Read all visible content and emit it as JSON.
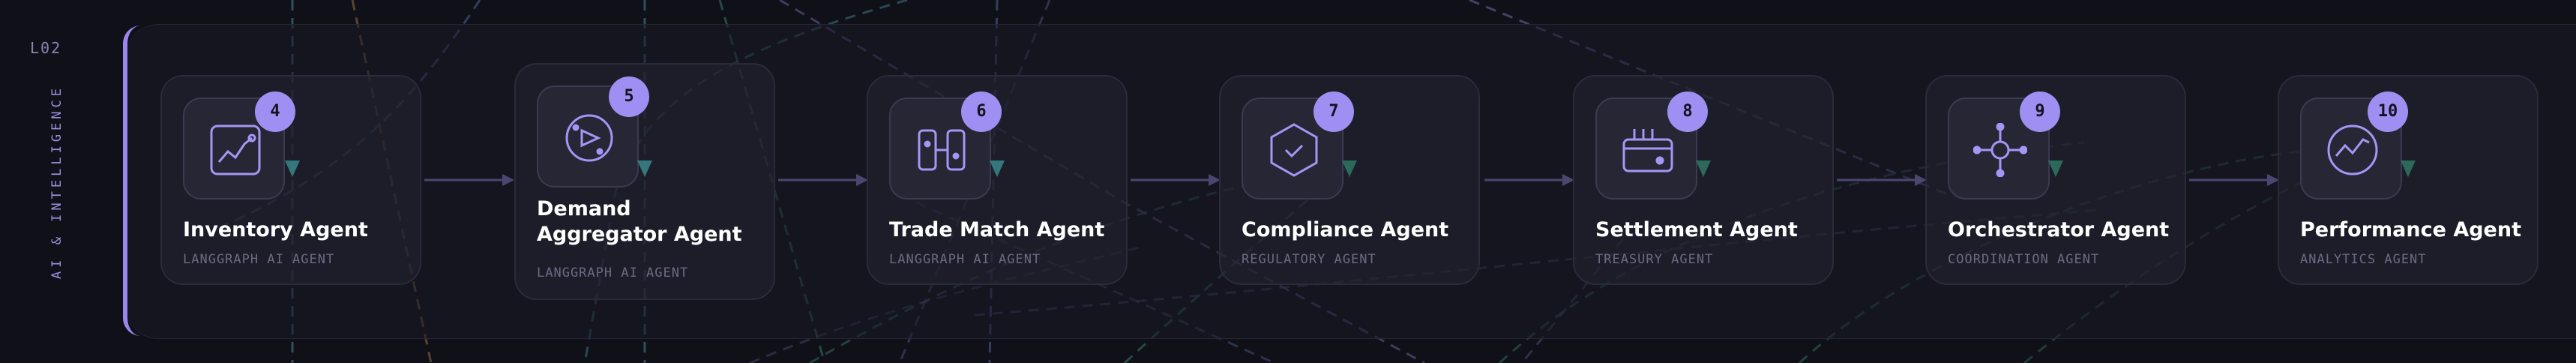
{
  "row_label": "L02",
  "side_label": "AI & INTELLIGENCE",
  "colors": {
    "background": "#101018",
    "accent": "#9b86ee",
    "badge": "#9f8ff2",
    "card_border": "#2a2a3a",
    "icon_stroke": "#a795f5",
    "arrow": "#4a4670"
  },
  "agents": [
    {
      "number": "4",
      "title": "Inventory Agent",
      "subtitle": "LANGGRAPH AI AGENT",
      "icon": "trend-chart-icon"
    },
    {
      "number": "5",
      "title": "Demand Aggregator Agent",
      "subtitle": "LANGGRAPH AI AGENT",
      "icon": "aggregate-target-icon"
    },
    {
      "number": "6",
      "title": "Trade Match Agent",
      "subtitle": "LANGGRAPH AI AGENT",
      "icon": "match-link-icon"
    },
    {
      "number": "7",
      "title": "Compliance Agent",
      "subtitle": "REGULATORY AGENT",
      "icon": "shield-check-icon"
    },
    {
      "number": "8",
      "title": "Settlement Agent",
      "subtitle": "TREASURY AGENT",
      "icon": "wallet-icon"
    },
    {
      "number": "9",
      "title": "Orchestrator Agent",
      "subtitle": "COORDINATION AGENT",
      "icon": "network-hub-icon"
    },
    {
      "number": "10",
      "title": "Performance Agent",
      "subtitle": "ANALYTICS AGENT",
      "icon": "performance-gauge-icon"
    }
  ]
}
